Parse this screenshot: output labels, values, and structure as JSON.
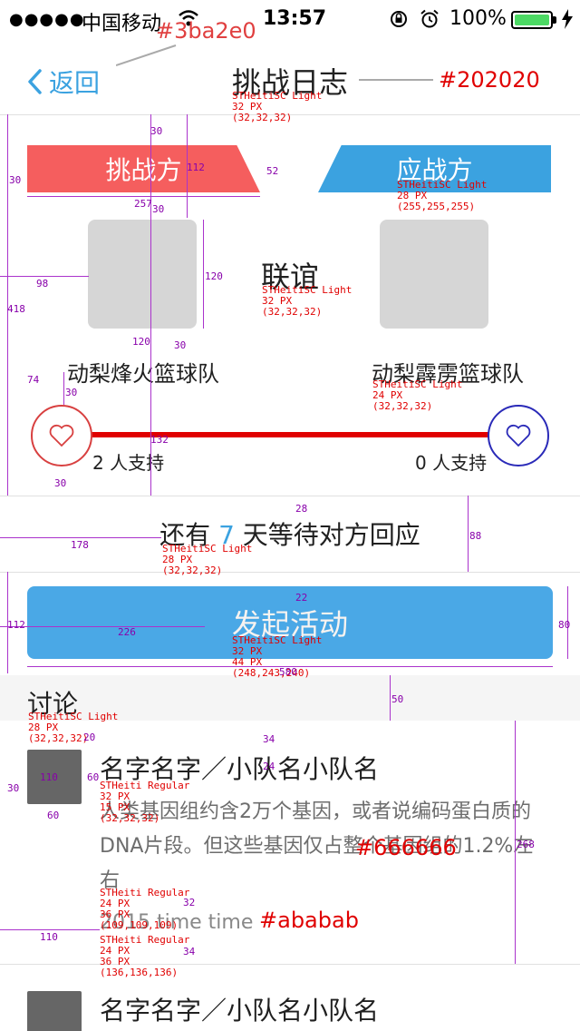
{
  "status_bar": {
    "signal": "●●●●●",
    "carrier": "中国移动",
    "time": "13:57",
    "battery": "100%"
  },
  "nav": {
    "back_label": "返回",
    "title": "挑战日志"
  },
  "challenge": {
    "challenger_label": "挑战方",
    "defender_label": "应战方",
    "match_type": "联谊",
    "challenger_team": "动梨烽火篮球队",
    "defender_team": "动梨霹雳篮球队",
    "challenger_support": "2 人支持",
    "defender_support": "0 人支持",
    "wait_prefix": "还有 ",
    "wait_days": "7",
    "wait_suffix": " 天等待对方回应",
    "launch_label": "发起活动",
    "support_progress": 1.0
  },
  "discussion": {
    "title": "讨论",
    "posts": [
      {
        "name": "名字名字／小队名小队名",
        "text": "人类基因组约含2万个基因，或者说编码蛋白质的DNA片段。但这些基因仅占整个基因组的1.2%左右",
        "time": "2015 time time"
      },
      {
        "name": "名字名字／小队名小队名"
      }
    ]
  },
  "colors": {
    "accent": "#3ba2e0",
    "title_text": "#202020",
    "body_text": "#666666",
    "time_text": "#ababab",
    "challenger": "#f55e5e",
    "defender": "#3ba2e0"
  },
  "annotations": {
    "hex_accent": "#3ba2e0",
    "hex_title": "#202020",
    "hex_body": "#666666",
    "hex_time": "#ababab",
    "spec_title": "STHeitiSC Light\n32 PX\n(32,32,32)",
    "spec_banner": "STHeitiSC Light\n28 PX\n(255,255,255)",
    "spec_vs": "STHeitiSC Light\n32 PX\n(32,32,32)",
    "spec_team": "STHeitiSC Light\n24 PX\n(32,32,32)",
    "spec_wait": "STHeitiSC Light\n28 PX\n(32,32,32)",
    "spec_launch": "STHeitiSC Light\n32 PX\n44 PX\n(248,243,240)",
    "spec_discuss": "STHeitiSC Light\n28 PX\n(32,32,32)",
    "spec_name": "STHeiti Regular\n32 PX\n15 PX\n(32,32,32)",
    "spec_body": "STHeiti Regular\n24 PX\n36 PX\n(109,109,109)",
    "spec_time": "STHeiti Regular\n24 PX\n36 PX\n(136,136,136)",
    "dims": [
      "30",
      "112",
      "52",
      "257",
      "30",
      "30",
      "98",
      "418",
      "120",
      "120",
      "30",
      "74",
      "30",
      "132",
      "30",
      "28",
      "178",
      "88",
      "112",
      "22",
      "226",
      "80",
      "580",
      "50",
      "34",
      "20",
      "110",
      "60",
      "30",
      "24",
      "60",
      "268",
      "32",
      "110",
      "34"
    ]
  }
}
